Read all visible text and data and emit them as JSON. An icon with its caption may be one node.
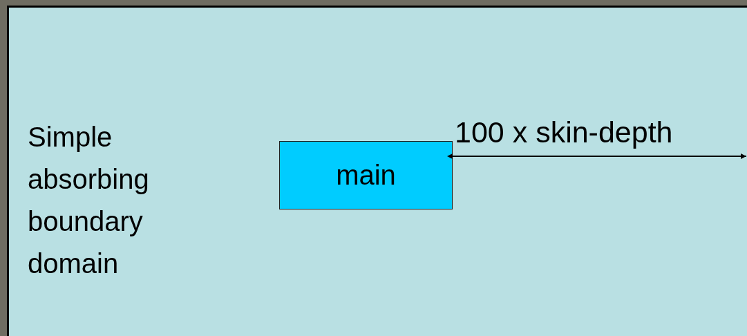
{
  "diagram": {
    "nodes": [
      {
        "text": [
          "Simple absorbing boundary domain"
        ]
      },
      {
        "text": [
          "main"
        ],
        "in": 0
      }
    ],
    "edges": [
      {
        "from": 1,
        "to": 0,
        "arrow": "both",
        "label": "100 x skin-depth"
      }
    ]
  }
}
